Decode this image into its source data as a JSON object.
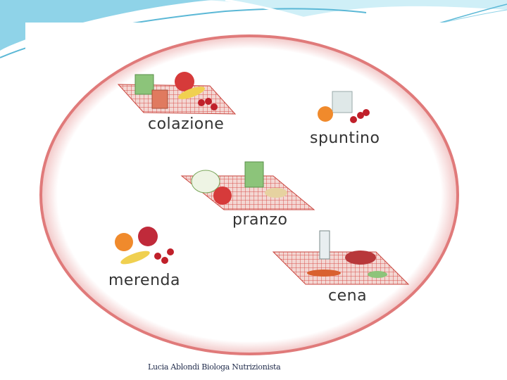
{
  "meals": {
    "colazione": "colazione",
    "spuntino": "spuntino",
    "pranzo": "pranzo",
    "merenda": "merenda",
    "cena": "cena"
  },
  "footer": "Lucia Ablondi Biologa Nutrizionista",
  "colors": {
    "ellipse_border": "#e07a7a",
    "placemat": "#d9534f",
    "wave_accent": "#6ec6e0"
  }
}
